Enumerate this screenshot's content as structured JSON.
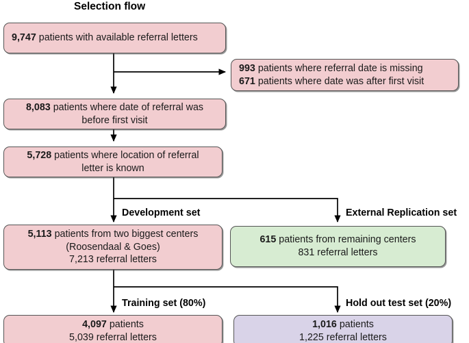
{
  "chart_data": {
    "type": "diagram",
    "title": "Selection flow",
    "diagram_kind": "flowchart",
    "nodes": [
      {
        "id": "available-letters",
        "color": "#f2cdd0",
        "align": "left",
        "lines": [
          {
            "bold": "9,747",
            "rest": " patients with available referral letters"
          }
        ]
      },
      {
        "id": "excluded-dates",
        "color": "#f2cdd0",
        "align": "left",
        "lines": [
          {
            "bold": "993",
            "rest": " patients where referral date is missing"
          },
          {
            "bold": "671",
            "rest": " patients where date was after first visit"
          }
        ]
      },
      {
        "id": "before-first-visit",
        "color": "#f2cdd0",
        "align": "center",
        "lines": [
          {
            "bold": "8,083",
            "rest": " patients where date of referral was"
          },
          {
            "bold": "",
            "rest": "before first visit"
          }
        ]
      },
      {
        "id": "location-known",
        "color": "#f2cdd0",
        "align": "center",
        "lines": [
          {
            "bold": "5,728",
            "rest": " patients where location of referral"
          },
          {
            "bold": "",
            "rest": "letter is known"
          }
        ]
      },
      {
        "id": "development-set",
        "color": "#f2cdd0",
        "align": "center",
        "lines": [
          {
            "bold": "5,113",
            "rest": " patients from two biggest centers"
          },
          {
            "bold": "",
            "rest": "(Roosendaal & Goes)"
          },
          {
            "bold": "",
            "rest": "7,213 referral letters"
          }
        ]
      },
      {
        "id": "external-replication-set",
        "color": "#d7ecd2",
        "align": "center",
        "lines": [
          {
            "bold": "615",
            "rest": " patients from remaining centers"
          },
          {
            "bold": "",
            "rest": "831 referral letters"
          }
        ]
      },
      {
        "id": "training-set",
        "color": "#f2cdd0",
        "align": "center",
        "lines": [
          {
            "bold": "4,097",
            "rest": " patients"
          },
          {
            "bold": "",
            "rest": "5,039 referral letters"
          }
        ]
      },
      {
        "id": "hold-out-test-set",
        "color": "#d9d3e8",
        "align": "center",
        "lines": [
          {
            "bold": "1,016",
            "rest": " patients"
          },
          {
            "bold": "",
            "rest": "1,225 referral letters"
          }
        ]
      }
    ],
    "group_labels": [
      {
        "id": "development-set-label",
        "text": "Development set"
      },
      {
        "id": "external-replication-set-label",
        "text": "External Replication set"
      },
      {
        "id": "training-set-label",
        "text": "Training set (80%)"
      },
      {
        "id": "hold-out-test-set-label",
        "text": "Hold out test set (20%)"
      }
    ],
    "edges": [
      {
        "from": "available-letters",
        "to": "excluded-dates"
      },
      {
        "from": "available-letters",
        "to": "before-first-visit"
      },
      {
        "from": "before-first-visit",
        "to": "location-known"
      },
      {
        "from": "location-known",
        "to": "development-set"
      },
      {
        "from": "location-known",
        "to": "external-replication-set"
      },
      {
        "from": "development-set",
        "to": "training-set"
      },
      {
        "from": "development-set",
        "to": "hold-out-test-set"
      }
    ],
    "colors": {
      "pink": "#f2cdd0",
      "green": "#d7ecd2",
      "purple": "#d9d3e8",
      "border": "#545454",
      "connector": "#000000"
    }
  },
  "title": {
    "text": "Selection flow"
  },
  "nodes": {
    "available_letters": {
      "l1_bold": "9,747",
      "l1_rest": " patients with available referral letters"
    },
    "excluded_dates": {
      "l1_bold": "993",
      "l1_rest": " patients where referral date is missing",
      "l2_bold": "671",
      "l2_rest": " patients where date was after first visit"
    },
    "before_first_visit": {
      "l1_bold": "8,083",
      "l1_rest": " patients where date of referral was",
      "l2": "before first visit"
    },
    "location_known": {
      "l1_bold": "5,728",
      "l1_rest": " patients where location of referral",
      "l2": "letter is known"
    },
    "development_set": {
      "l1_bold": "5,113",
      "l1_rest": " patients from two biggest centers",
      "l2": "(Roosendaal & Goes)",
      "l3": "7,213 referral letters"
    },
    "external_replication_set": {
      "l1_bold": "615",
      "l1_rest": " patients from remaining centers",
      "l2": "831 referral letters"
    },
    "training_set": {
      "l1_bold": "4,097",
      "l1_rest": " patients",
      "l2": "5,039 referral letters"
    },
    "hold_out_test_set": {
      "l1_bold": "1,016",
      "l1_rest": " patients",
      "l2": "1,225 referral letters"
    }
  },
  "group_labels": {
    "development_set": "Development set",
    "external_replication_set": "External Replication set",
    "training_set": "Training set (80%)",
    "hold_out_test_set": "Hold out test set (20%)"
  }
}
